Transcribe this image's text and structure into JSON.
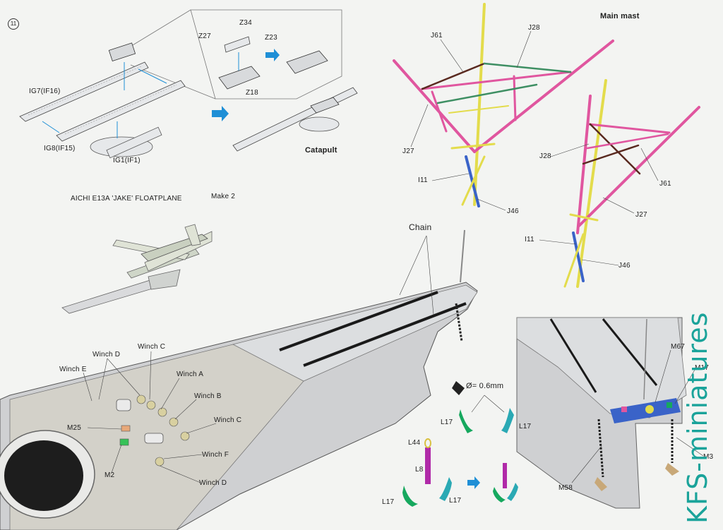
{
  "step_number": "11",
  "catapult": {
    "parts": [
      "IG7(IF16)",
      "IG8(IF15)",
      "IG1(IF1)",
      "Z34",
      "Z27",
      "Z23",
      "Z18"
    ],
    "result_label": "Catapult"
  },
  "floatplane": {
    "title": "AICHI E13A  'JAKE'  FLOATPLANE",
    "quantity": "Make 2"
  },
  "main_mast": {
    "title": "Main mast",
    "left_labels": [
      "J61",
      "J28",
      "J27",
      "I11",
      "J46"
    ],
    "right_labels": [
      "J28",
      "J61",
      "J27",
      "I11",
      "J46"
    ]
  },
  "bow": {
    "chain_label": "Chain",
    "winch_labels": [
      "Winch E",
      "Winch D",
      "Winch C",
      "Winch A",
      "Winch B",
      "Winch C",
      "Winch F",
      "Winch D"
    ],
    "part_labels": [
      "M25",
      "M2"
    ]
  },
  "anchor": {
    "diameter_note": "Ø= 0.6mm",
    "labels": [
      "L17",
      "L17",
      "L44",
      "L8",
      "L17",
      "L17"
    ]
  },
  "closeup": {
    "labels": [
      "M67",
      "M17",
      "M58",
      "M3"
    ]
  },
  "watermark": "KFS-miniatures",
  "colors": {
    "background": "#f3f4f2",
    "mast_pink": "#e0569f",
    "mast_yellow": "#e3dc4c",
    "mast_brown": "#5a2a20",
    "mast_green": "#3e8f63",
    "mast_blue": "#3a63c8",
    "anchor_green": "#16a85e",
    "anchor_teal": "#2aa9b4",
    "arrow_blue": "#1f8fd6",
    "watermark": "#1aa39a"
  }
}
